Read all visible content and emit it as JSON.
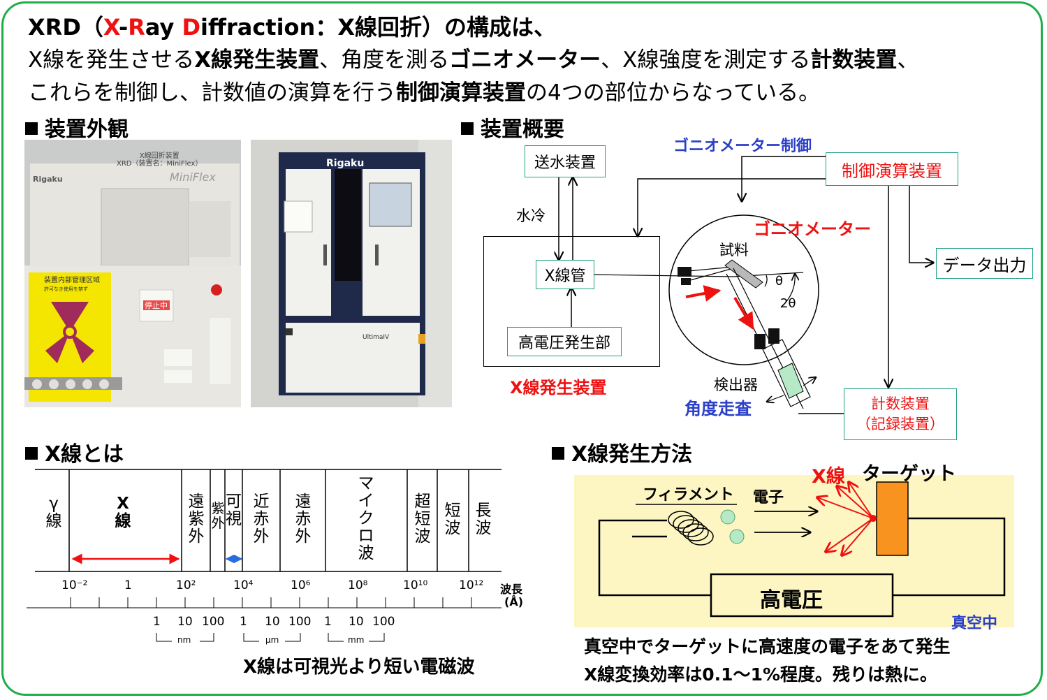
{
  "header": {
    "line1_pre": "XRD（",
    "line1_x": "X",
    "line1_dash": "-",
    "line1_r": "R",
    "line1_ay": "ay ",
    "line1_d": "D",
    "line1_post": "iffraction：X線回折）の構成は、",
    "line2_a": "X線を発生させる",
    "line2_b": "X線発生装置",
    "line2_c": "、角度を測る",
    "line2_d": "ゴニオメーター",
    "line2_e": "、X線強度を測定する",
    "line2_f": "計数装置",
    "line2_g": "、",
    "line3_a": "これらを制御し、計数値の演算を行う",
    "line3_b": "制御演算装置",
    "line3_c": "の4つの部位からなっている。"
  },
  "sections": {
    "appearance": "装置外観",
    "overview": "装置概要",
    "xray_is": "X線とは",
    "xray_gen": "X線発生方法"
  },
  "photos": {
    "left_label_line1": "X線回折装置",
    "left_label_line2": "XRD（装置名：MiniFlex）",
    "left_brand": "Rigaku",
    "left_model": "MiniFlex",
    "left_sign_title": "装置内部管理区域",
    "left_sign_sub": "許可なき使用を禁ず",
    "left_stop": "停止中",
    "right_brand": "Rigaku",
    "right_model": "UltimaIV"
  },
  "overview": {
    "water_supply": "送水装置",
    "water_cool": "水冷",
    "xray_tube": "X線管",
    "hv_gen": "高電圧発生部",
    "xray_gen_label": "X線発生装置",
    "gonio_control": "ゴニオメーター制御",
    "control_unit": "制御演算装置",
    "goniometer": "ゴニオメーター",
    "sample": "試料",
    "theta": "θ",
    "two_theta": "2θ",
    "detector": "検出器",
    "angle_scan": "角度走査",
    "data_output": "データ出力",
    "counter_line1": "計数装置",
    "counter_line2": "（記録装置）",
    "colors": {
      "box_border": "#1f9f7f",
      "red": "#ee1111",
      "blue": "#2b3fc8"
    }
  },
  "spectrum": {
    "bands": [
      {
        "lines": [
          "γ",
          "線"
        ]
      },
      {
        "lines": [
          "X",
          "線"
        ]
      },
      {
        "lines": [
          "遠",
          "紫",
          "外"
        ]
      },
      {
        "lines": [
          "紫",
          "外"
        ]
      },
      {
        "lines": [
          "可",
          "視"
        ]
      },
      {
        "lines": [
          "近",
          "赤",
          "外"
        ]
      },
      {
        "lines": [
          "遠",
          "赤",
          "外"
        ]
      },
      {
        "lines": [
          "マ",
          "イ",
          "ク",
          "ロ",
          "波"
        ]
      },
      {
        "lines": [
          "超",
          "短",
          "波"
        ]
      },
      {
        "lines": [
          "短",
          "波"
        ]
      },
      {
        "lines": [
          "長",
          "波"
        ]
      }
    ],
    "ticks": [
      "10⁻²",
      "1",
      "10²",
      "10⁴",
      "10⁶",
      "10⁸",
      "10¹⁰",
      "10¹²"
    ],
    "axis_label_1": "波長",
    "axis_label_2": "(Å)",
    "sub_ticks": [
      "1",
      "10",
      "100",
      "1",
      "10",
      "100",
      "1",
      "10",
      "100"
    ],
    "unit_nm": "nm",
    "unit_um": "μm",
    "unit_mm": "mm",
    "caption": "X線は可視光より短い電磁波"
  },
  "generation": {
    "filament": "フィラメント",
    "electron": "電子",
    "xray": "X線",
    "target": "ターゲット",
    "high_voltage": "高電圧",
    "vacuum": "真空中",
    "note1": "真空中でターゲットに高速度の電子をあて発生",
    "note2": "X線変換効率は0.1～1%程度。残りは熱に。",
    "colors": {
      "panel": "#fdf6c3",
      "target": "#f7931e",
      "electron": "#b6eac6"
    }
  }
}
